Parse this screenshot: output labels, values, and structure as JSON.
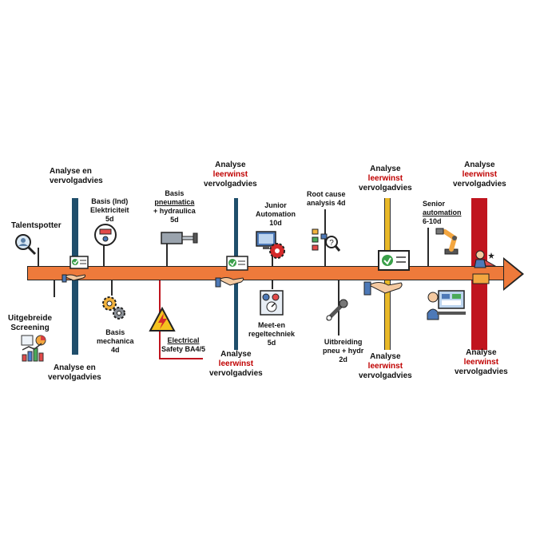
{
  "milestones": {
    "talentspotter": "Talentspotter",
    "screening": [
      "Uitgebreide",
      "Screening"
    ],
    "analyse1_top": [
      "Analyse en",
      "vervolgadvies"
    ],
    "analyse1_bottom": [
      "Analyse en",
      "vervolgadvies"
    ],
    "elektriciteit": [
      "Basis (Ind)",
      "Elektriciteit",
      "5d"
    ],
    "mechanica": [
      "Basis",
      "mechanica",
      "4d"
    ],
    "pneumatica": [
      "Basis",
      "pneumatica",
      "+ hydraulica",
      "5d"
    ],
    "safety": [
      "Electrical",
      "Safety BA4/5"
    ],
    "analyse2_top": [
      "Analyse",
      "leerwinst",
      "vervolgadvies"
    ],
    "analyse2_bottom": [
      "Analyse",
      "leerwinst",
      "vervolgadvies"
    ],
    "junior": [
      "Junior",
      "Automation",
      "10d"
    ],
    "regeltechniek": [
      "Meet-en",
      "regeltechniek",
      "5d"
    ],
    "rootcause": [
      "Root cause",
      "analysis 4d"
    ],
    "uitbreiding": [
      "Uitbreiding",
      "pneu + hydr",
      "2d"
    ],
    "analyse3_top": [
      "Analyse",
      "leerwinst",
      "vervolgadvies"
    ],
    "analyse3_bottom": [
      "Analyse",
      "leerwinst",
      "vervolgadvies"
    ],
    "senior": [
      "Senior",
      "automation",
      "6-10d"
    ],
    "analyse4_top": [
      "Analyse",
      "leerwinst",
      "vervolgadvies"
    ],
    "analyse4_bottom": [
      "Analyse",
      "leerwinst",
      "vervolgadvies"
    ]
  },
  "colors": {
    "arrow": "#ee7a3b",
    "bar_blue": "#1f4e6b",
    "bar_yellow": "#e8b828",
    "bar_red": "#c0141e",
    "accent_red": "#c00000"
  },
  "icons": [
    "magnifier-person-icon",
    "chart-icon",
    "handshake-check-icon",
    "meter-icon",
    "gears-icon",
    "cylinder-icon",
    "hazard-icon",
    "computer-gear-icon",
    "dashboard-icon",
    "flowchart-search-icon",
    "wrench-icon",
    "robot-arm-icon",
    "engineer-screen-icon",
    "winner-podium-icon"
  ]
}
